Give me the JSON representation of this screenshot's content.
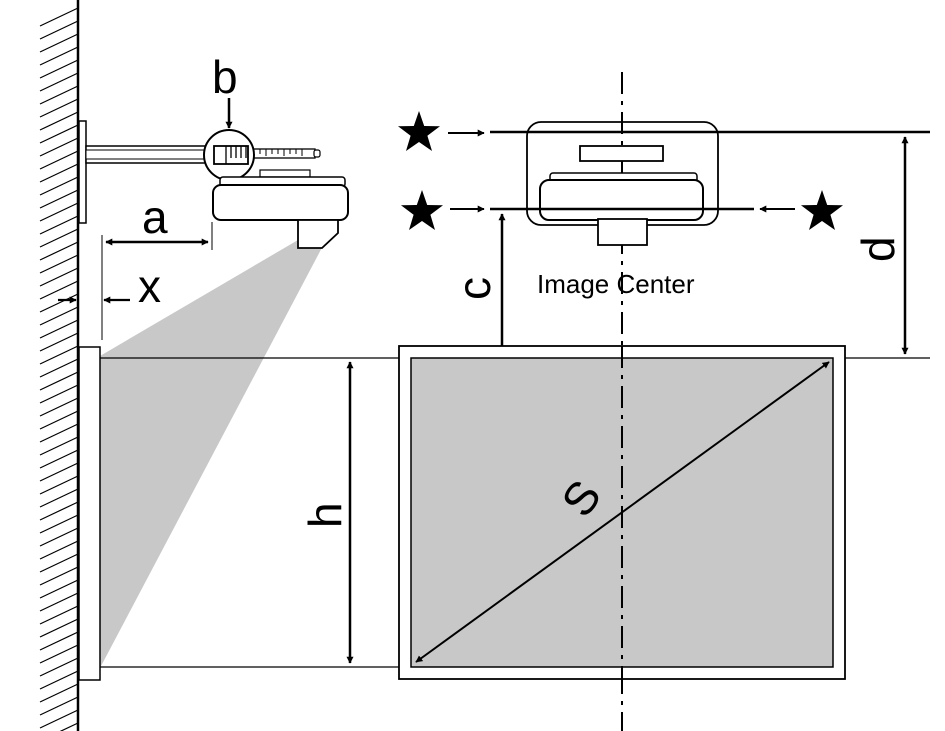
{
  "diagram": {
    "labels": {
      "a": "a",
      "b": "b",
      "x": "x",
      "c": "c",
      "d": "d",
      "h": "h",
      "s": "S",
      "image_center": "Image Center"
    },
    "colors": {
      "ink": "#000000",
      "screen_fill": "#c8c8c8",
      "beam_fill": "#c8c8c8",
      "background": "#ffffff"
    },
    "markers": [
      "star-icon",
      "star-icon",
      "star-icon"
    ]
  }
}
